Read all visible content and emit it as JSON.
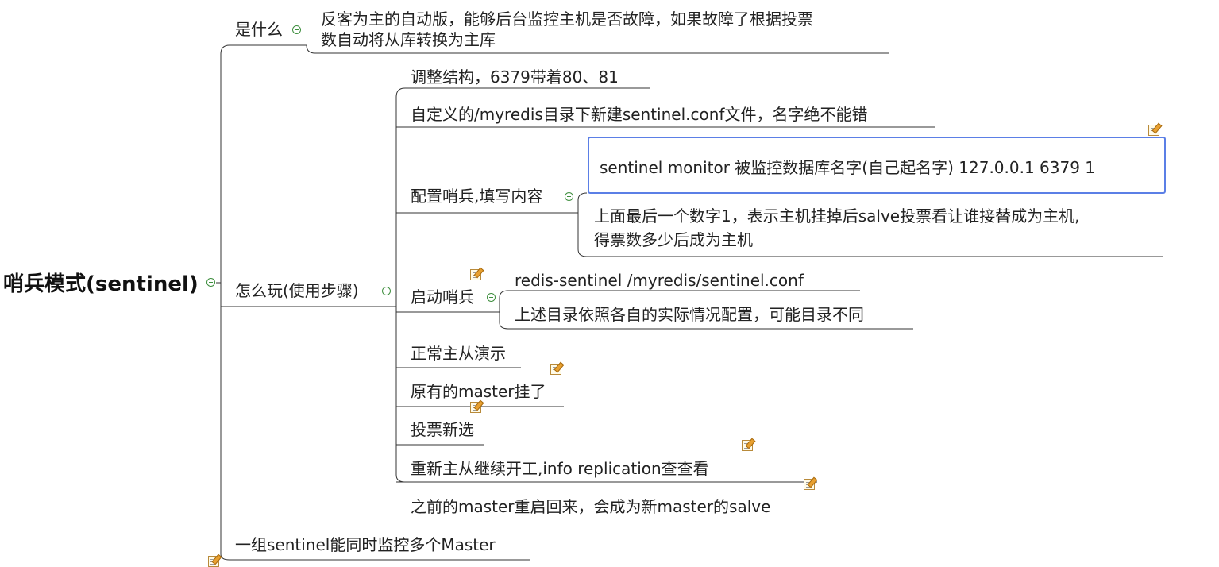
{
  "root": {
    "label": "哨兵模式(sentinel)"
  },
  "what": {
    "label": "是什么",
    "description_line1": "反客为主的自动版，能够后台监控主机是否故障，如果故障了根据投票",
    "description_line2": "数自动将从库转换为主库"
  },
  "how": {
    "label": "怎么玩(使用步骤)",
    "steps": {
      "adjust": "调整结构，6379带着80、81",
      "create_conf": "自定义的/myredis目录下新建sentinel.conf文件，名字绝不能错",
      "configure": "配置哨兵,填写内容",
      "config_line": "sentinel monitor 被监控数据库名字(自己起名字) 127.0.0.1 6379 1",
      "config_note_line1": "上面最后一个数字1，表示主机挂掉后salve投票看让谁接替成为主机,",
      "config_note_line2": "得票数多少后成为主机",
      "start": "启动哨兵",
      "start_cmd": "redis-sentinel /myredis/sentinel.conf",
      "start_note": "上述目录依照各自的实际情况配置，可能目录不同",
      "demo": "正常主从演示",
      "master_down": "原有的master挂了",
      "vote": "投票新选",
      "resume": "重新主从继续开工,info replication查查看",
      "old_master_back": "之前的master重启回来，会成为新master的salve"
    }
  },
  "group": {
    "label": "一组sentinel能同时监控多个Master"
  },
  "colors": {
    "line": "#333333",
    "selection": "#5b7fe6",
    "collapse": "#3f8f3f"
  }
}
